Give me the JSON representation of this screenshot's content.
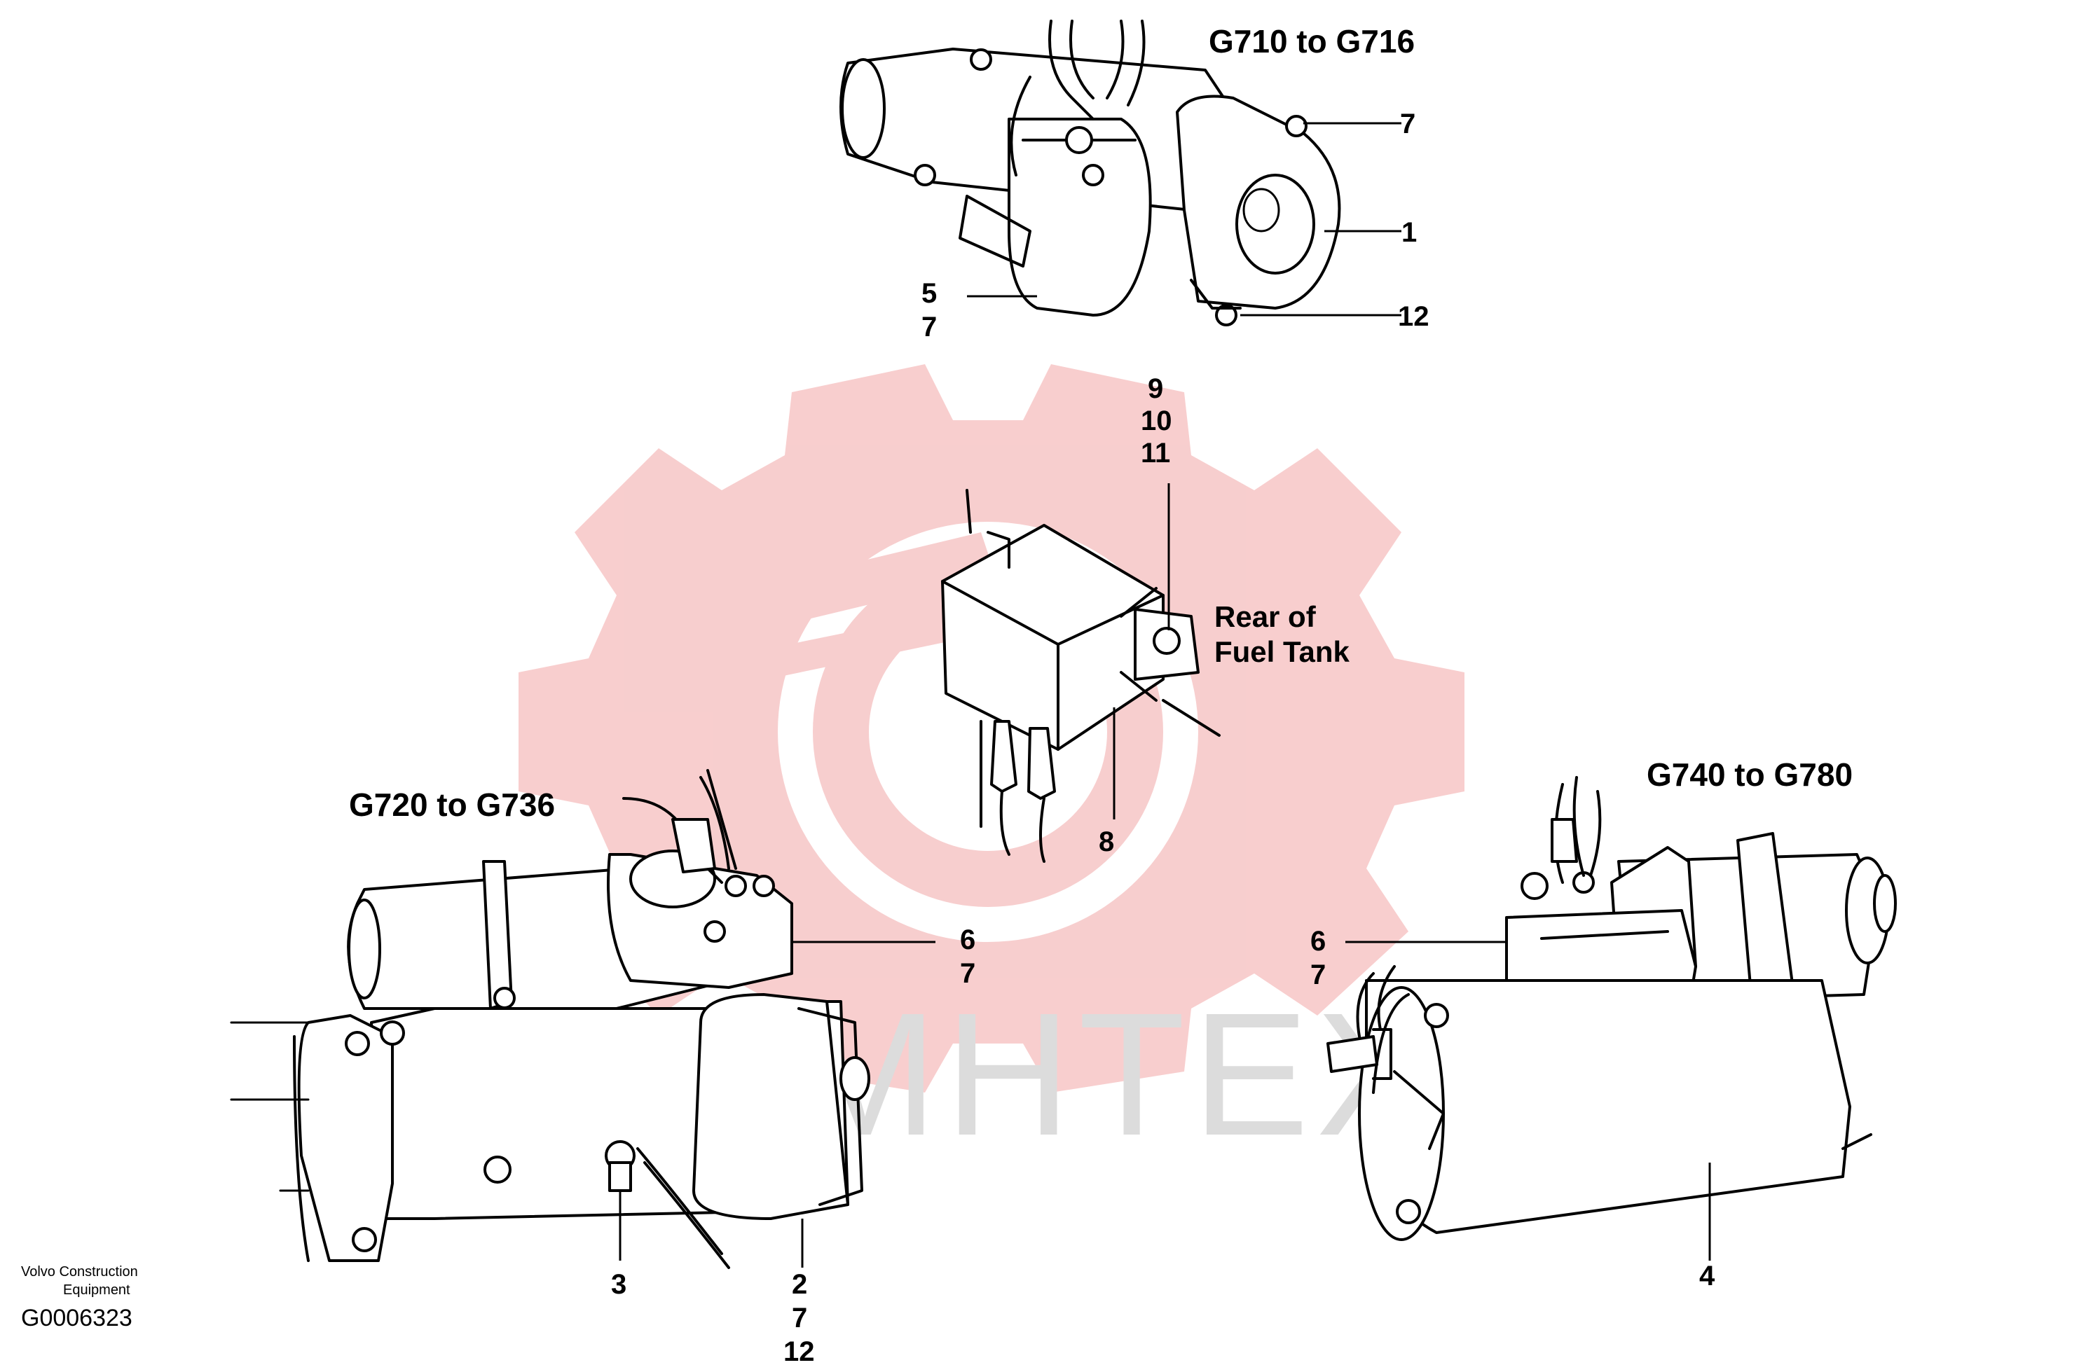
{
  "colors": {
    "watermark_gear": "#f7c9c9",
    "watermark_text": "#dcdcdc",
    "ink": "#000000"
  },
  "watermark": {
    "text": "MHTEX"
  },
  "groups": {
    "top": {
      "heading": "G710 to G716"
    },
    "bottom_left": {
      "heading": "G720 to G736"
    },
    "bottom_right": {
      "heading": "G740 to G780"
    }
  },
  "relay": {
    "caption_line1": "Rear of",
    "caption_line2": "Fuel Tank"
  },
  "callouts": {
    "top_7": "7",
    "top_1": "1",
    "top_12": "12",
    "top_5": "5",
    "top_5_7": "7",
    "relay_9": "9",
    "relay_10": "10",
    "relay_11": "11",
    "relay_8": "8",
    "left_6": "6",
    "left_6_7": "7",
    "left_3": "3",
    "left_2": "2",
    "left_2_7": "7",
    "left_2_12": "12",
    "right_6": "6",
    "right_6_7": "7",
    "right_4": "4"
  },
  "footer": {
    "maker_line1": "Volvo Construction",
    "maker_line2": "Equipment",
    "code": "G0006323"
  }
}
